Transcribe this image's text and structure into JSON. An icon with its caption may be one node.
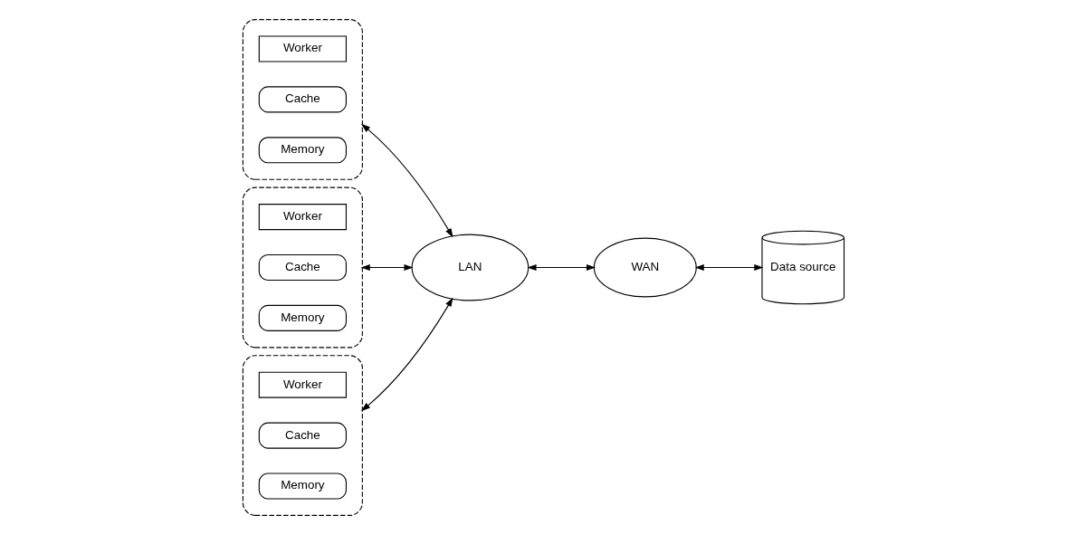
{
  "diagram": {
    "nodes": [
      {
        "text": [],
        "shape": "ellipse"
      },
      {
        "text": [
          "Worker"
        ],
        "in": 0
      },
      {
        "text": [
          "Cache"
        ],
        "in": 0
      },
      {
        "text": [
          "Memory"
        ],
        "in": 0
      },
      {
        "text": [],
        "shape": "ellipse"
      },
      {
        "text": [
          "Worker"
        ],
        "in": 4
      },
      {
        "text": [
          "Cache"
        ],
        "in": 4
      },
      {
        "text": [
          "Memory"
        ],
        "in": 4
      },
      {
        "text": [
          "LAN"
        ]
      },
      {
        "text": [],
        "shape": "ellipse"
      },
      {
        "text": [
          "Worker"
        ],
        "in": 9
      },
      {
        "text": [
          "Cache"
        ],
        "in": 9
      },
      {
        "text": [
          "Memory"
        ],
        "in": 9
      },
      {
        "text": [
          "WAN"
        ]
      },
      {
        "text": [
          "Data source"
        ]
      }
    ],
    "edges": [
      {
        "from": 0,
        "to": 8,
        "arrow": "both"
      },
      {
        "from": 4,
        "to": 8,
        "arrow": "both"
      },
      {
        "from": 9,
        "to": 8,
        "arrow": "both"
      },
      {
        "from": 8,
        "to": 13,
        "arrow": "both"
      },
      {
        "from": 13,
        "to": 14,
        "arrow": "both"
      }
    ]
  }
}
